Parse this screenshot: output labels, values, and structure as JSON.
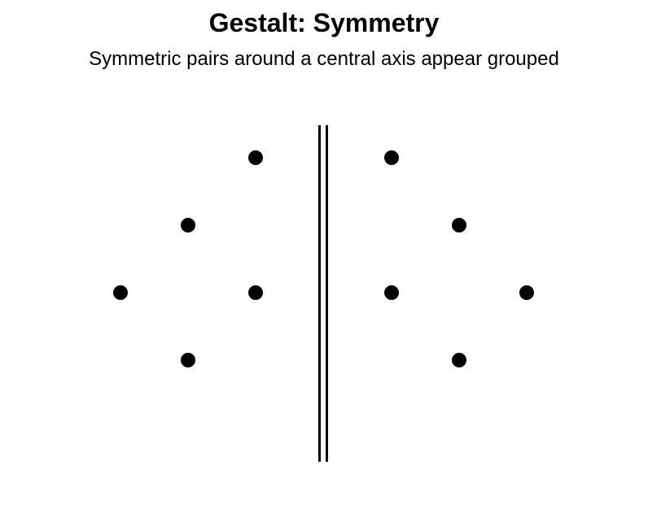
{
  "title": "Gestalt: Symmetry",
  "subtitle": "Symmetric pairs around a central axis appear grouped",
  "colors": {
    "dot": "#000000",
    "axis": "#000000",
    "background": "#ffffff"
  },
  "diagram": {
    "axis": "double vertical line",
    "left_group_dot_count": 5,
    "right_group_dot_count": 5
  }
}
